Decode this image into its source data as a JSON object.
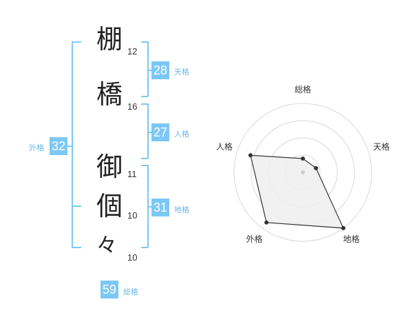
{
  "name": {
    "chars": [
      {
        "char": "棚",
        "strokes": "12"
      },
      {
        "char": "橋",
        "strokes": "16"
      },
      {
        "char": "御",
        "strokes": "11"
      },
      {
        "char": "個",
        "strokes": "10"
      },
      {
        "char": "々",
        "strokes": "10"
      }
    ]
  },
  "fortunes": {
    "tenkaku": {
      "value": "28",
      "label": "天格"
    },
    "jinkaku": {
      "value": "27",
      "label": "人格"
    },
    "chikaku": {
      "value": "31",
      "label": "地格"
    },
    "gaikaku": {
      "value": "32",
      "label": "外格"
    },
    "soukaku": {
      "value": "59",
      "label": "総格"
    }
  },
  "chart_data": {
    "type": "radar",
    "axes": [
      "総格",
      "天格",
      "地格",
      "外格",
      "人格"
    ],
    "values": [
      0.2,
      0.2,
      1.0,
      0.9,
      0.8
    ],
    "rings": 4,
    "fill": "#efefef",
    "line": "#333333",
    "accent": "#7cc8f5"
  }
}
